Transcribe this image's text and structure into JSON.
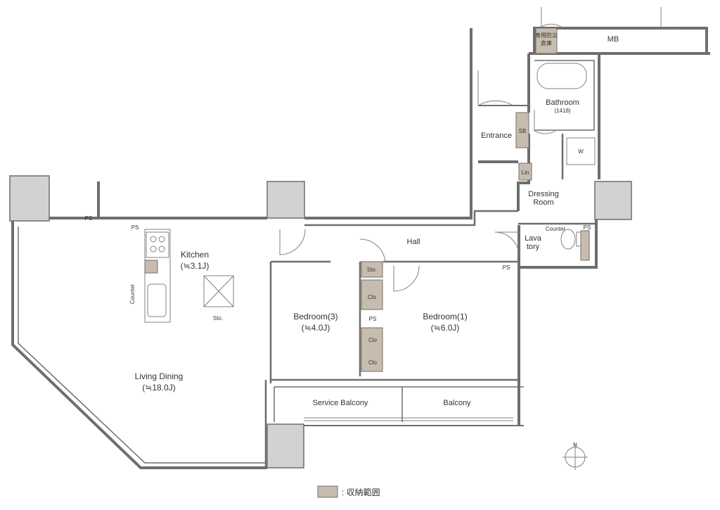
{
  "colors": {
    "wall": "#6e6e6e",
    "storage": "#c8bcae",
    "pillar": "#d2d2d2",
    "line": "#808080",
    "text": "#333333",
    "background": "#ffffff"
  },
  "rooms": {
    "living_dining": {
      "name": "Living Dining",
      "area": "(≒18.0J)"
    },
    "kitchen": {
      "name": "Kitchen",
      "area": "(≒3.1J)"
    },
    "bedroom1": {
      "name": "Bedroom(1)",
      "area": "(≒6.0J)"
    },
    "bedroom3": {
      "name": "Bedroom(3)",
      "area": "(≒4.0J)"
    },
    "bathroom": {
      "name": "Bathroom",
      "area": "(1418)"
    },
    "entrance": {
      "name": "Entrance"
    },
    "dressing": {
      "line1": "Dressing",
      "line2": "Room"
    },
    "lavatory": {
      "line1": "Lava",
      "line2": "tory"
    },
    "hall": {
      "name": "Hall"
    },
    "service_balcony": {
      "name": "Service Balcony"
    },
    "balcony": {
      "name": "Balcony"
    },
    "mb": {
      "name": "MB"
    },
    "disaster_storage": {
      "line1": "専用防災",
      "line2": "倉庫"
    }
  },
  "fixtures": {
    "ps": "PS",
    "sto": "Sto.",
    "clo": "Clo",
    "sb": "SB",
    "lin": "Lin",
    "w": "W",
    "counter": "Counter"
  },
  "legend": {
    "text": ": 収納範囲"
  },
  "compass": {
    "label": "N"
  }
}
